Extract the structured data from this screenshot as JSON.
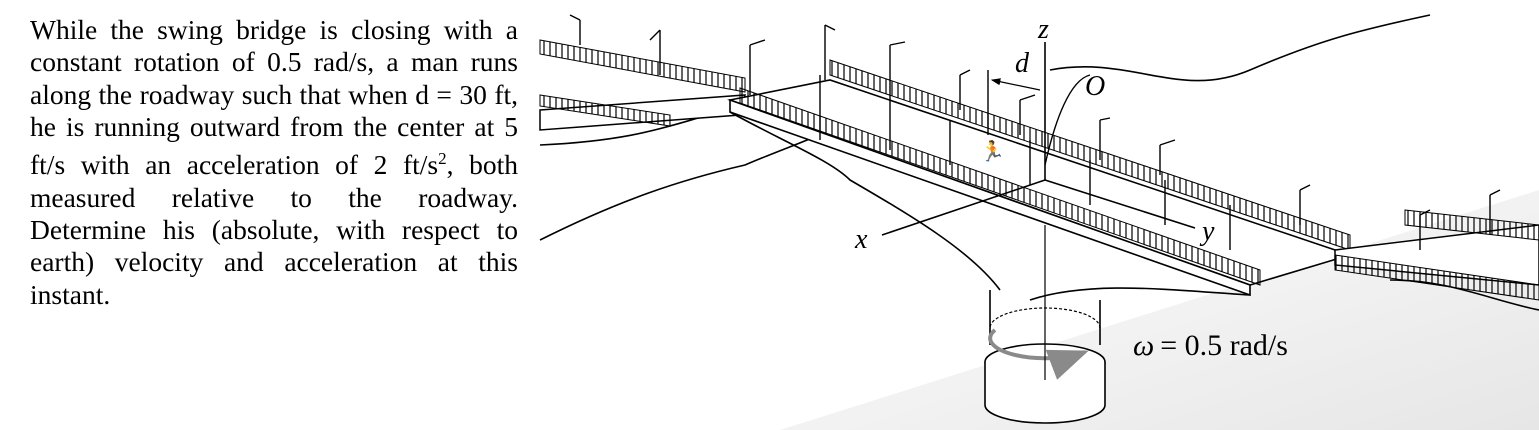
{
  "problem": {
    "p1": "While the swing bridge is closing with a constant rotation of 0.5 rad/s, a man runs along the roadway such that when d = 30 ft, he is running outward from the center at 5 ft/s with an acceleration of 2 ft/s",
    "sup": "2",
    "p2": ", both measured relative to the roadway. Determine his (absolute, with respect to earth) velocity and acceleration at this instant."
  },
  "figure": {
    "label_z": "z",
    "label_d": "d",
    "label_O": "O",
    "label_x": "x",
    "label_y": "y",
    "omega_symbol": "ω",
    "omega_value": "= 0.5 rad/s"
  },
  "colors": {
    "ink": "#000000",
    "rotation_arrow": "#8a8a8a",
    "ground_shade": "#eeeeee"
  }
}
